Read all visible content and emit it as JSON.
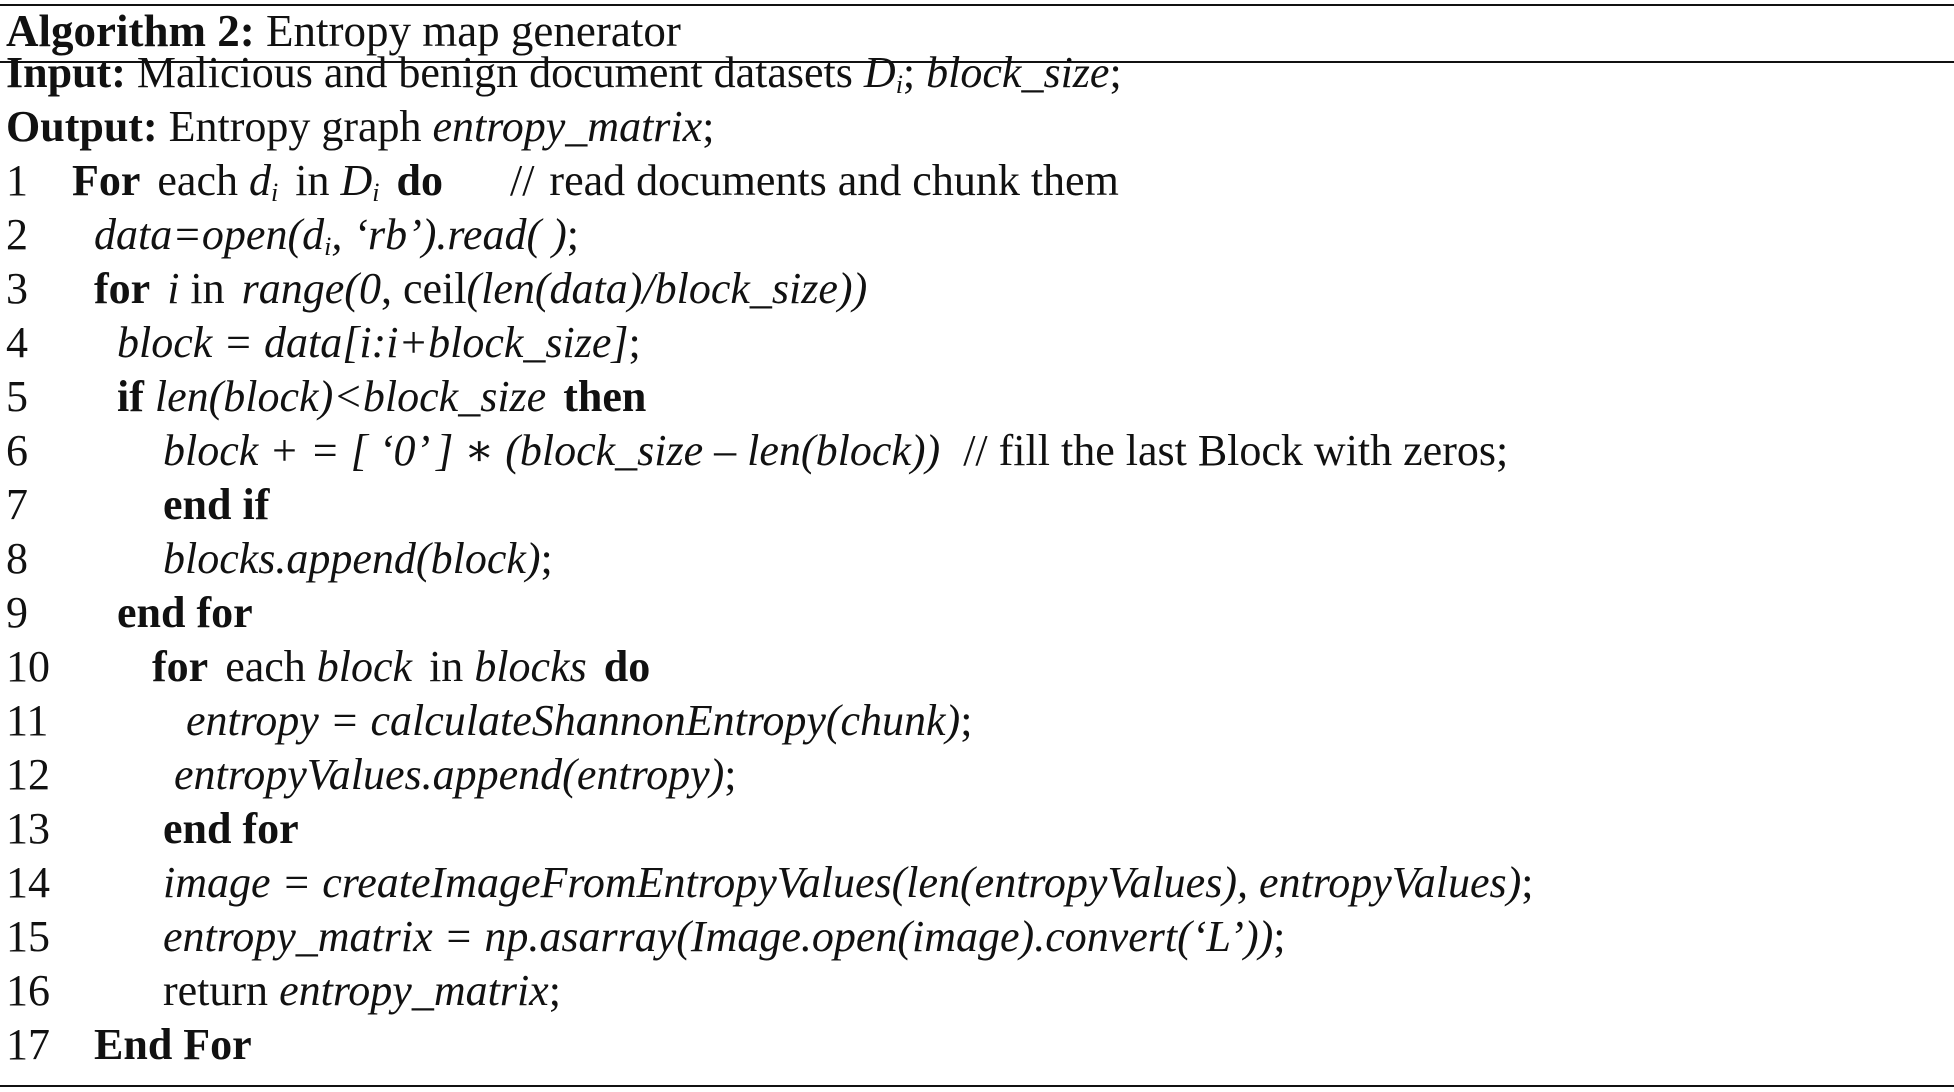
{
  "algorithm": {
    "label": "Algorithm 2:",
    "title": "Entropy map generator",
    "input_label": "Input:",
    "input_text": "Malicious and benign document datasets",
    "input_var": "D",
    "input_sub": "i",
    "input_sep": ";",
    "input_block_size": "block_size",
    "input_end": ";",
    "output_label": "Output:",
    "output_text": "Entropy graph",
    "output_var": "entropy_matrix",
    "output_end": ";"
  },
  "lines": {
    "l1": {
      "num": "1",
      "kw_for": "For",
      "each": "each",
      "d": "d",
      "d_sub": "i",
      "in": "in",
      "D": "D",
      "D_sub": "i",
      "kw_do": "do",
      "comment_mark": "//",
      "comment": "read documents and chunk them"
    },
    "l2": {
      "num": "2",
      "pre": "data=open(d",
      "sub": "i",
      "post": ", ‘rb’).read( )",
      "end": ";"
    },
    "l3": {
      "num": "3",
      "kw_for": "for",
      "i": "i",
      "in": "in",
      "range": "range(0",
      "comma": ", ceil",
      "rest": "(len(data)/block_size))"
    },
    "l4": {
      "num": "4",
      "code": "block = data[i:i+block_size]",
      "end": ";"
    },
    "l5": {
      "num": "5",
      "kw_if": "if",
      "cond": "len(block)<block_size",
      "kw_then": "then"
    },
    "l6": {
      "num": "6",
      "code": "block + = [ ‘0’ ] ∗ (block_size  – len(block))",
      "comment": "// fill the last Block with zeros;"
    },
    "l7": {
      "num": "7",
      "kw": "end if"
    },
    "l8": {
      "num": "8",
      "code": "blocks.append(block)",
      "end": ";"
    },
    "l9": {
      "num": "9",
      "kw": "end for"
    },
    "l10": {
      "num": "10",
      "kw_for": "for",
      "each": "each",
      "block": "block",
      "in": "in",
      "blocks": "blocks",
      "kw_do": "do"
    },
    "l11": {
      "num": "11",
      "code": "entropy = calculateShannonEntropy(chunk)",
      "end": ";"
    },
    "l12": {
      "num": "12",
      "code": "entropyValues.append(entropy)",
      "end": ";"
    },
    "l13": {
      "num": "13",
      "kw": "end for"
    },
    "l14": {
      "num": "14",
      "code": "image = createImageFromEntropyValues(len(entropyValues), entropyValues)",
      "end": ";"
    },
    "l15": {
      "num": "15",
      "code": "entropy_matrix  = np.asarray(Image.open(image).convert(‘L’))",
      "end": ";"
    },
    "l16": {
      "num": "16",
      "ret": "return",
      "var": "entropy_matrix",
      "end": ";"
    },
    "l17": {
      "num": "17",
      "kw": "End For"
    }
  }
}
